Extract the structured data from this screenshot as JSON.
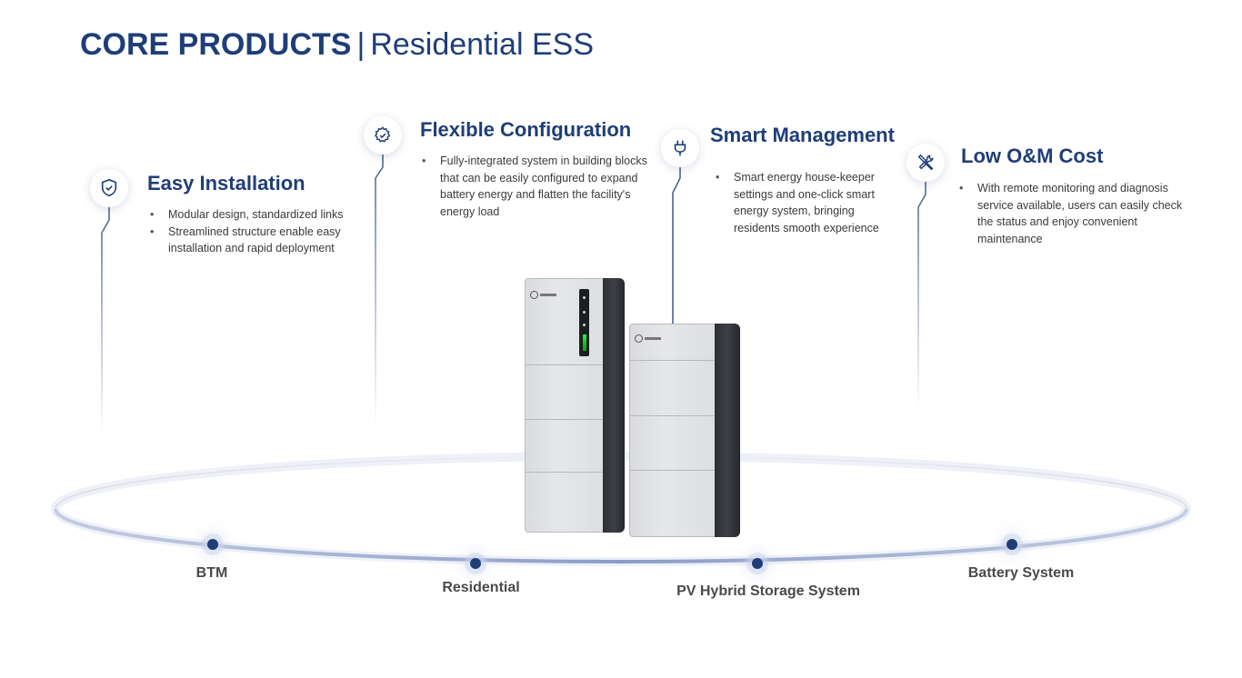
{
  "header": {
    "title_bold": "CORE PRODUCTS",
    "separator": "|",
    "title_rest": "Residential ESS"
  },
  "features": [
    {
      "title": "Easy Installation",
      "icon": "shield-check-icon",
      "bullets": [
        "Modular design, standardized links",
        "Streamlined structure enable easy installation and rapid deployment"
      ]
    },
    {
      "title": "Flexible Configuration",
      "icon": "gear-check-icon",
      "bullets": [
        "Fully-integrated system in building blocks that can be easily configured to expand battery energy and flatten the facility's energy load"
      ]
    },
    {
      "title": "Smart Management",
      "icon": "plug-icon",
      "bullets": [
        "Smart energy house-keeper settings and one-click smart energy system, bringing residents smooth experience"
      ]
    },
    {
      "title": "Low O&M Cost",
      "icon": "tools-icon",
      "bullets": [
        "With remote monitoring and diagnosis service available, users can easily check the status and enjoy convenient maintenance"
      ]
    }
  ],
  "categories": [
    "BTM",
    "Residential",
    "PV Hybrid Storage System",
    "Battery System"
  ],
  "colors": {
    "accent": "#1f3e78",
    "line": "#3d5a8a",
    "text": "#3a3a3a"
  }
}
